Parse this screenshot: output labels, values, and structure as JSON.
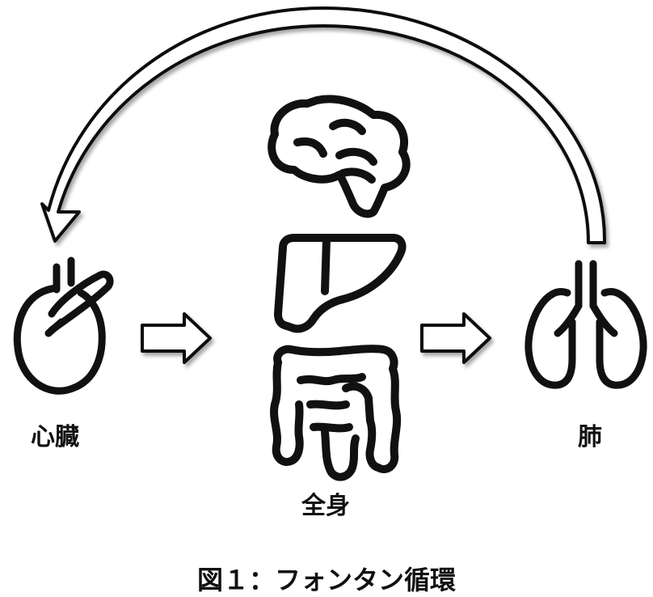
{
  "labels": {
    "heart": "心臓",
    "body": "全身",
    "lung": "肺"
  },
  "caption": "図１：フォンタン循環",
  "icons": {
    "heart": "heart-icon",
    "brain": "brain-icon",
    "liver": "liver-icon",
    "intestine": "intestine-icon",
    "lungs": "lungs-icon",
    "arrow_heart_to_body": "arrow-right-icon",
    "arrow_body_to_lung": "arrow-right-icon",
    "arrow_lung_to_heart": "curved-arrow-icon"
  },
  "colors": {
    "stroke": "#111111",
    "fill": "#ffffff"
  }
}
